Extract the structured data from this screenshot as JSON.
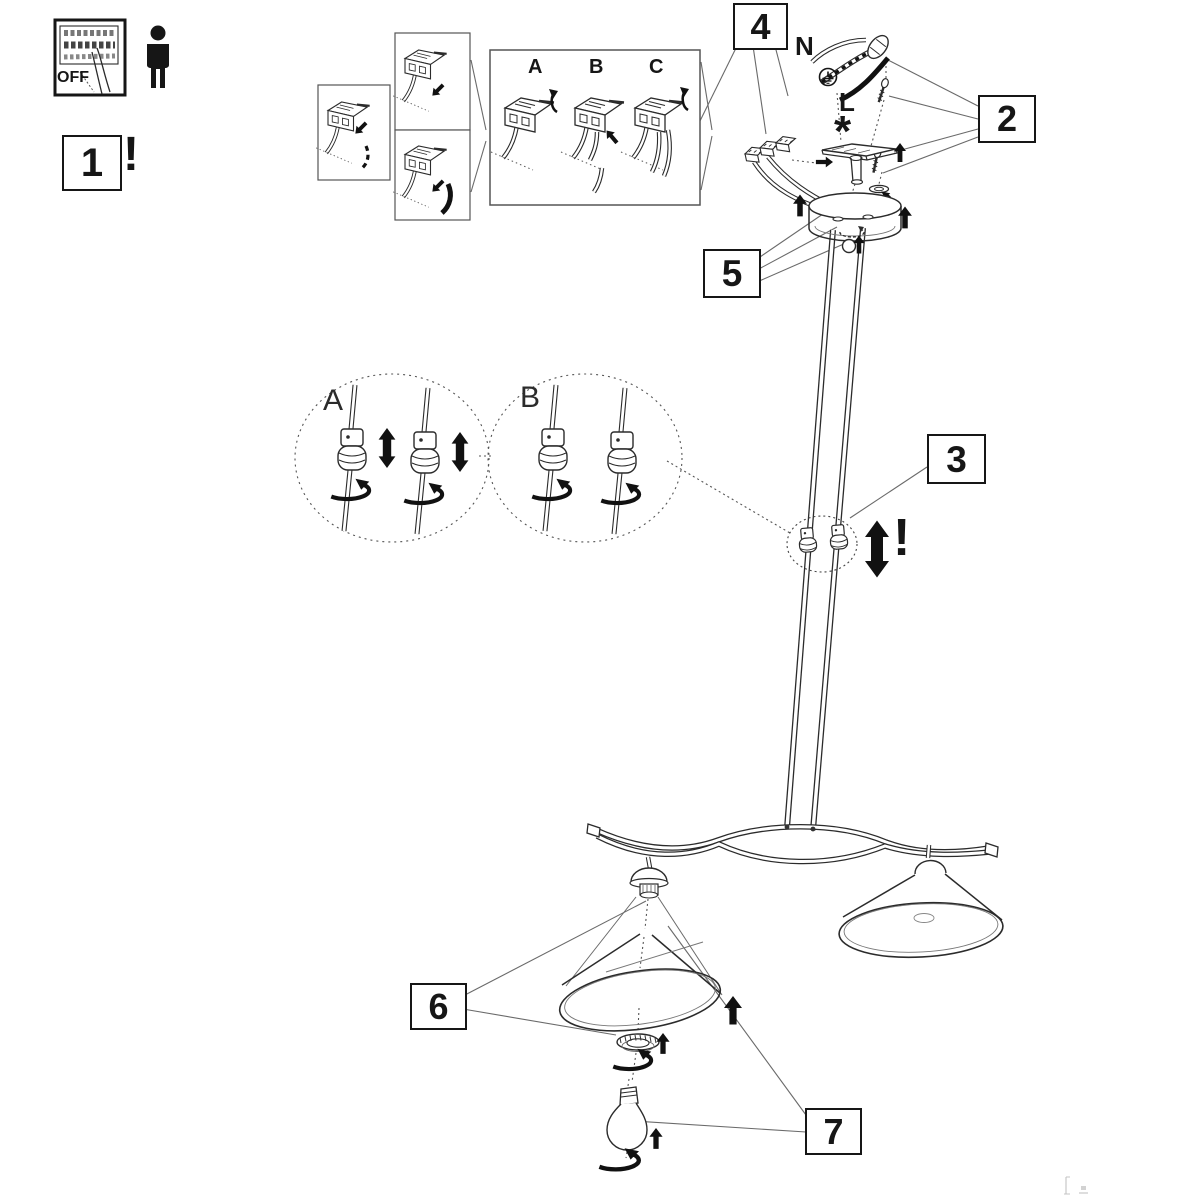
{
  "page": {
    "background": "#ffffff",
    "ink_color": "#161616",
    "line_color": "#2b2b2b",
    "lead_line_color": "#6a6a6a",
    "faint_mark_color": "#c4c4c4"
  },
  "power": {
    "off_label": "OFF"
  },
  "steps": {
    "one": "1",
    "two": "2",
    "three": "3",
    "four": "4",
    "five": "5",
    "six": "6",
    "seven": "7"
  },
  "warnings": {
    "power_off": "!",
    "height_adjust": "!"
  },
  "terminal_variants": {
    "a": "A",
    "b": "B",
    "c": "C"
  },
  "detail_views": {
    "a": "A",
    "b": "B"
  },
  "wiring": {
    "neutral": "N",
    "live": "L",
    "ceiling_mark": "*"
  }
}
